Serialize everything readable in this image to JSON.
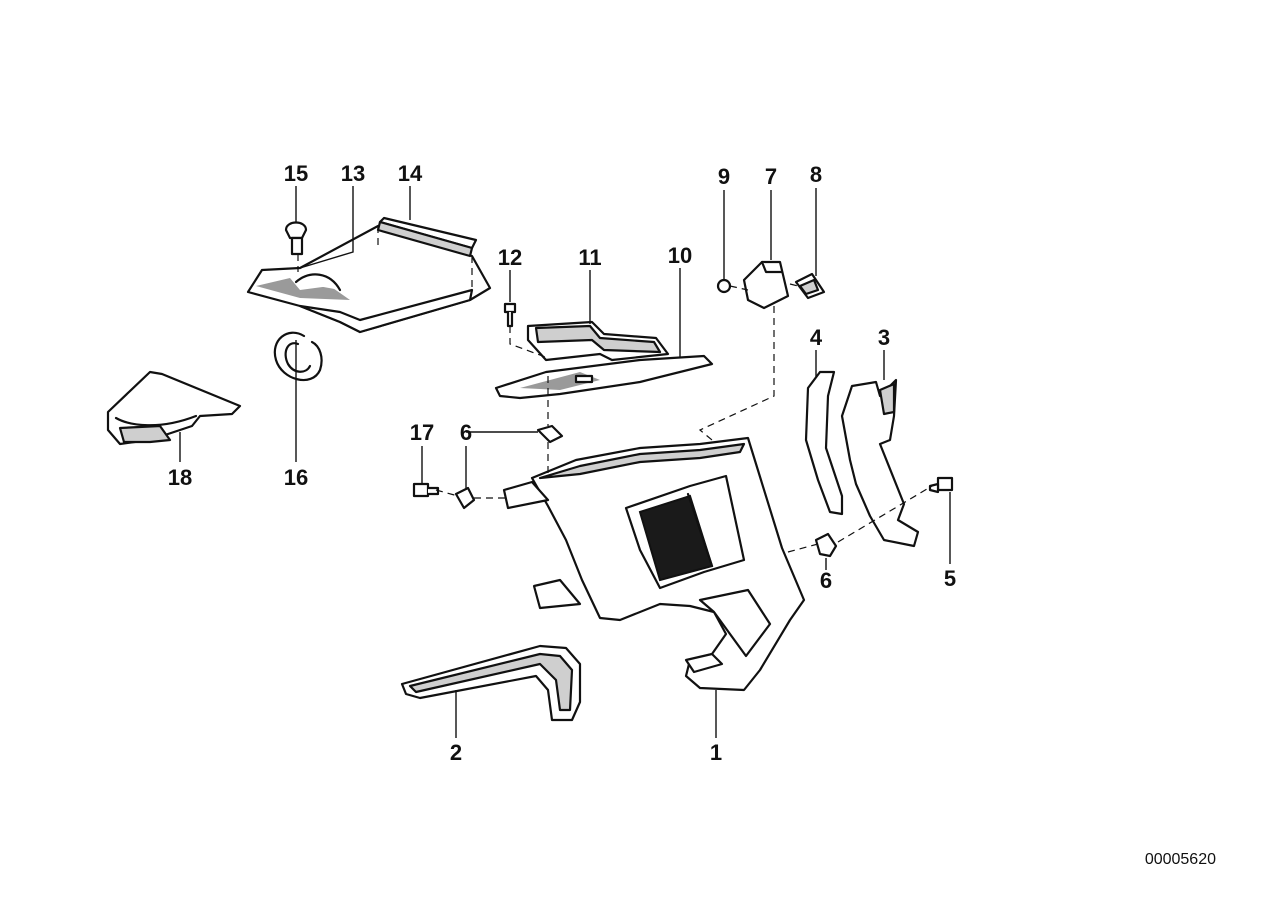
{
  "diagram": {
    "drawing_number": "00005620",
    "callouts": {
      "c1": "1",
      "c2": "2",
      "c3": "3",
      "c4": "4",
      "c5": "5",
      "c6a": "6",
      "c6b": "6",
      "c7": "7",
      "c8": "8",
      "c9": "9",
      "c10": "10",
      "c11": "11",
      "c12": "12",
      "c13": "13",
      "c14": "14",
      "c15": "15",
      "c16": "16",
      "c17": "17",
      "c18": "18"
    }
  }
}
